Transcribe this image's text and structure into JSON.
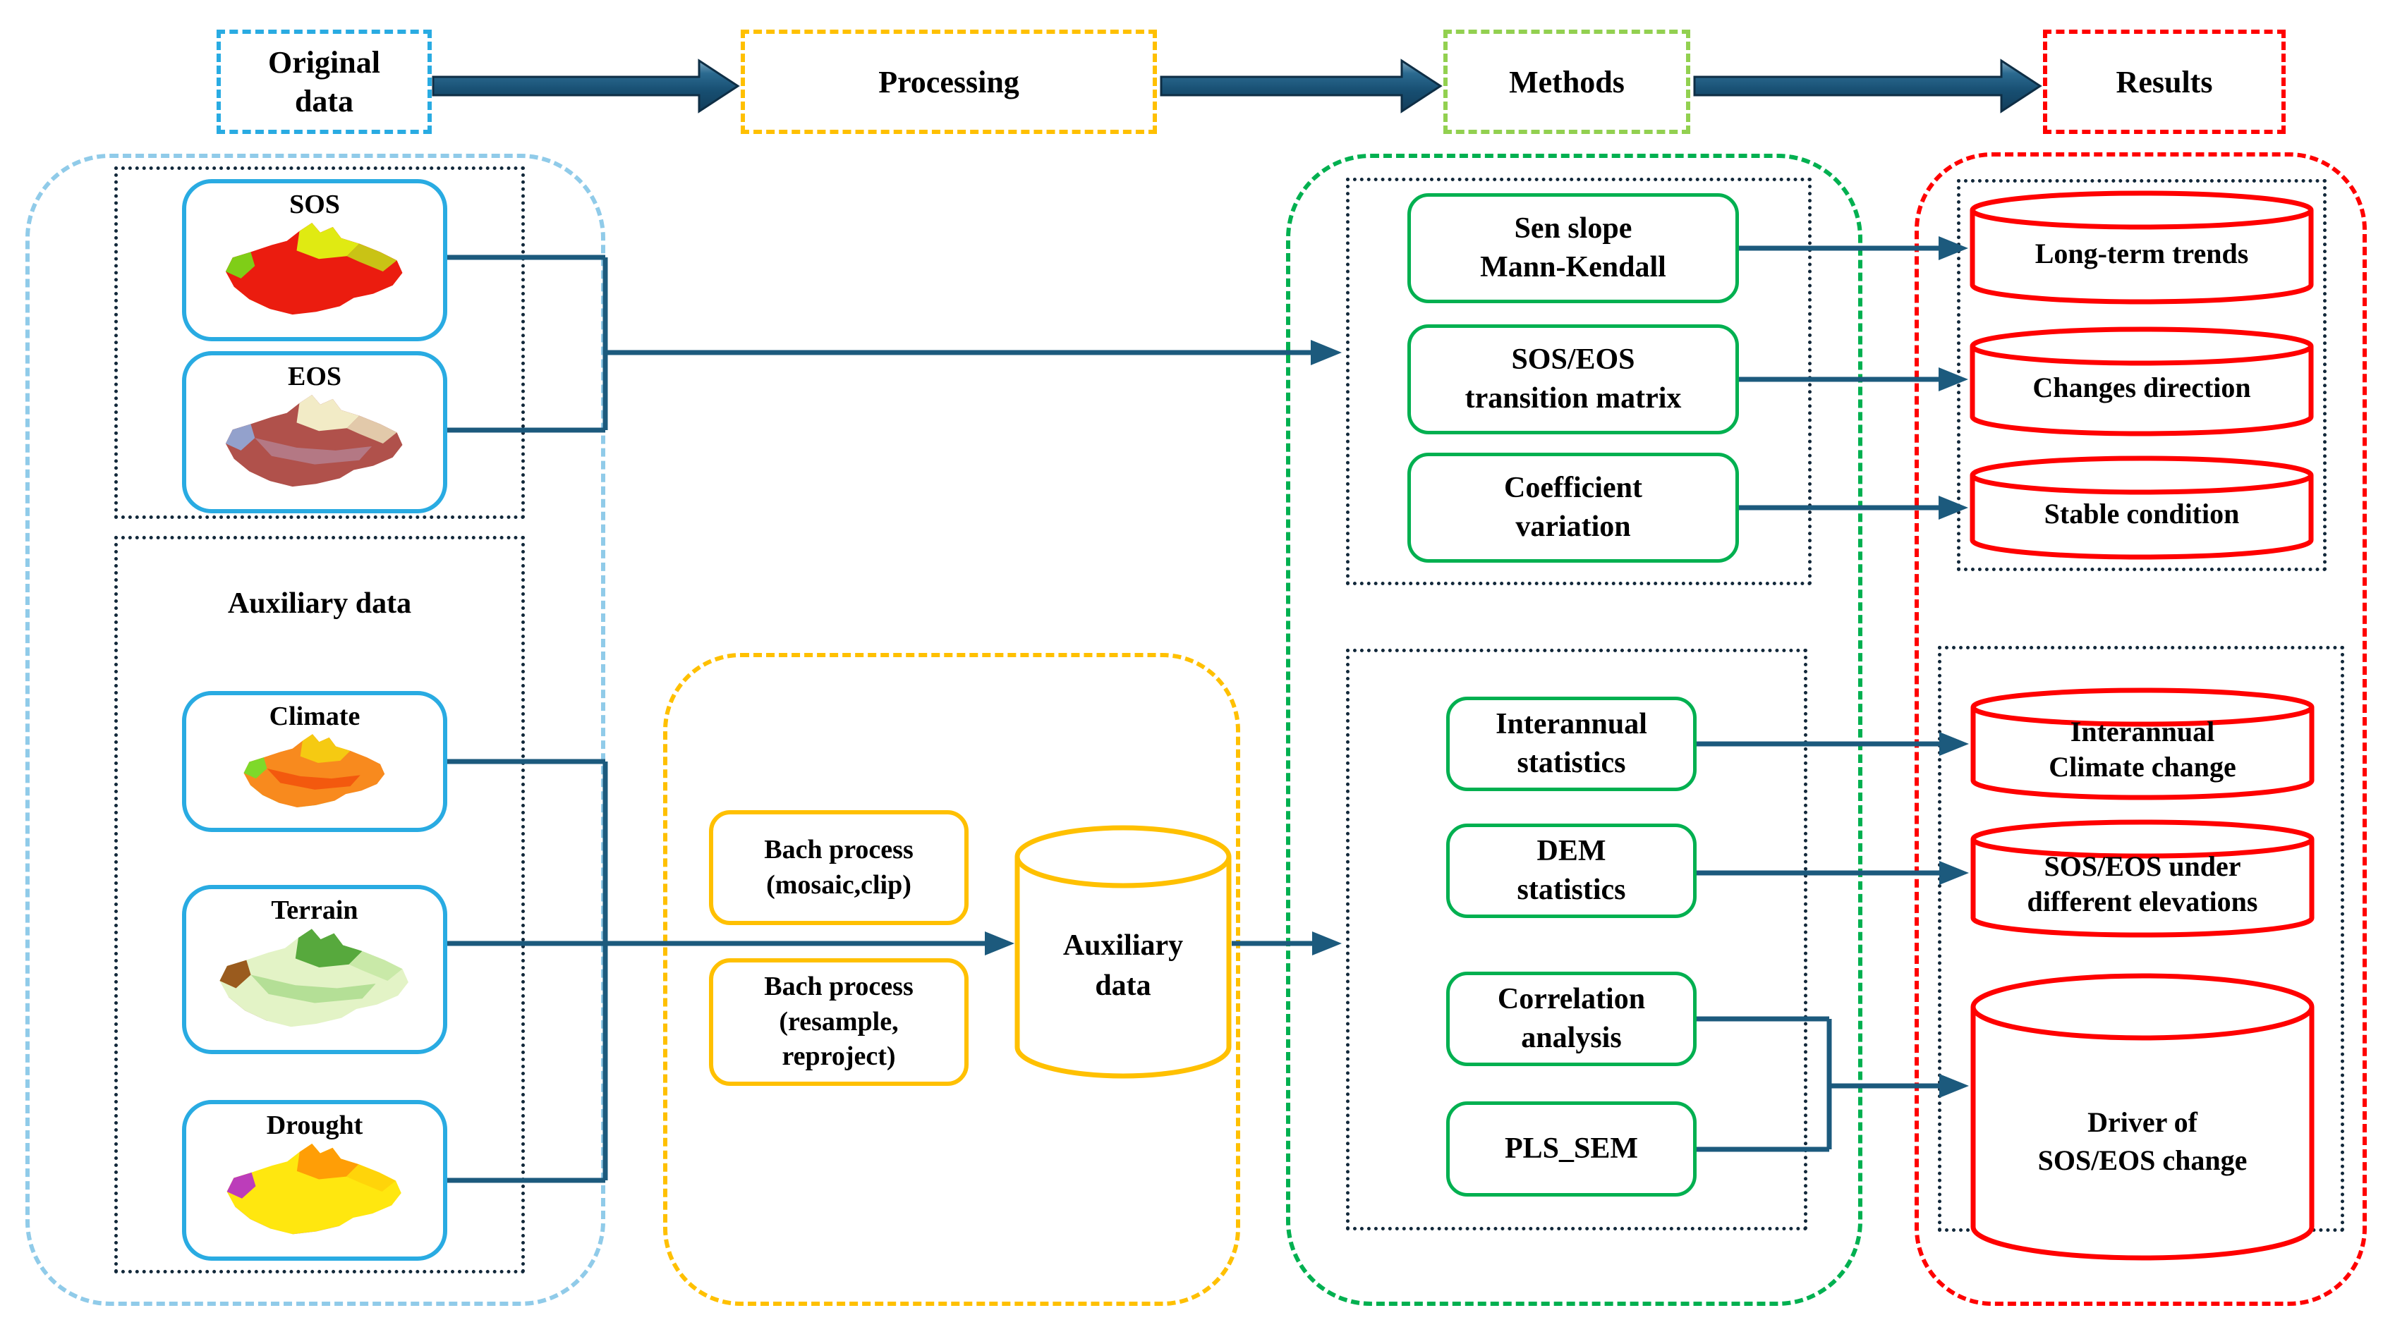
{
  "header": {
    "original_data": {
      "line1": "Original",
      "line2": "data"
    },
    "processing": "Processing",
    "methods": "Methods",
    "results": "Results"
  },
  "left": {
    "sos_label": "SOS",
    "eos_label": "EOS",
    "auxiliary_title": "Auxiliary data",
    "climate_label": "Climate",
    "terrain_label": "Terrain",
    "drought_label": "Drought"
  },
  "processing": {
    "batch1": {
      "line1": "Bach process",
      "line2": "(mosaic,clip)"
    },
    "batch2": {
      "line1": "Bach process",
      "line2": "(resample,",
      "line3": "reproject)"
    },
    "aux_cylinder": {
      "line1": "Auxiliary",
      "line2": "data"
    }
  },
  "methods": {
    "sen": {
      "line1": "Sen slope",
      "line2": "Mann-Kendall"
    },
    "transition": {
      "line1": "SOS/EOS",
      "line2": "transition matrix"
    },
    "coefficient": {
      "line1": "Coefficient",
      "line2": "variation"
    },
    "interannual": {
      "line1": "Interannual",
      "line2": "statistics"
    },
    "dem": {
      "line1": "DEM",
      "line2": "statistics"
    },
    "correlation": {
      "line1": "Correlation",
      "line2": "analysis"
    },
    "pls": {
      "line1": "PLS_SEM"
    }
  },
  "results": {
    "longterm": "Long-term trends",
    "changes": "Changes direction",
    "stable": "Stable condition",
    "interannual": {
      "line1": "Interannual",
      "line2": "Climate change"
    },
    "elevations": {
      "line1": "SOS/EOS under",
      "line2": "different elevations"
    },
    "driver": {
      "line1": "Driver of",
      "line2": "SOS/EOS change"
    }
  },
  "colors": {
    "card_blue": "#29ABE2",
    "pale_blue_dash": "#90CBE9",
    "amber": "#FFC000",
    "light_green": "#92D050",
    "green": "#00B050",
    "red": "#FF0000",
    "connector_blue": "#1C5A7D",
    "dotted_dark": "#12283a"
  }
}
